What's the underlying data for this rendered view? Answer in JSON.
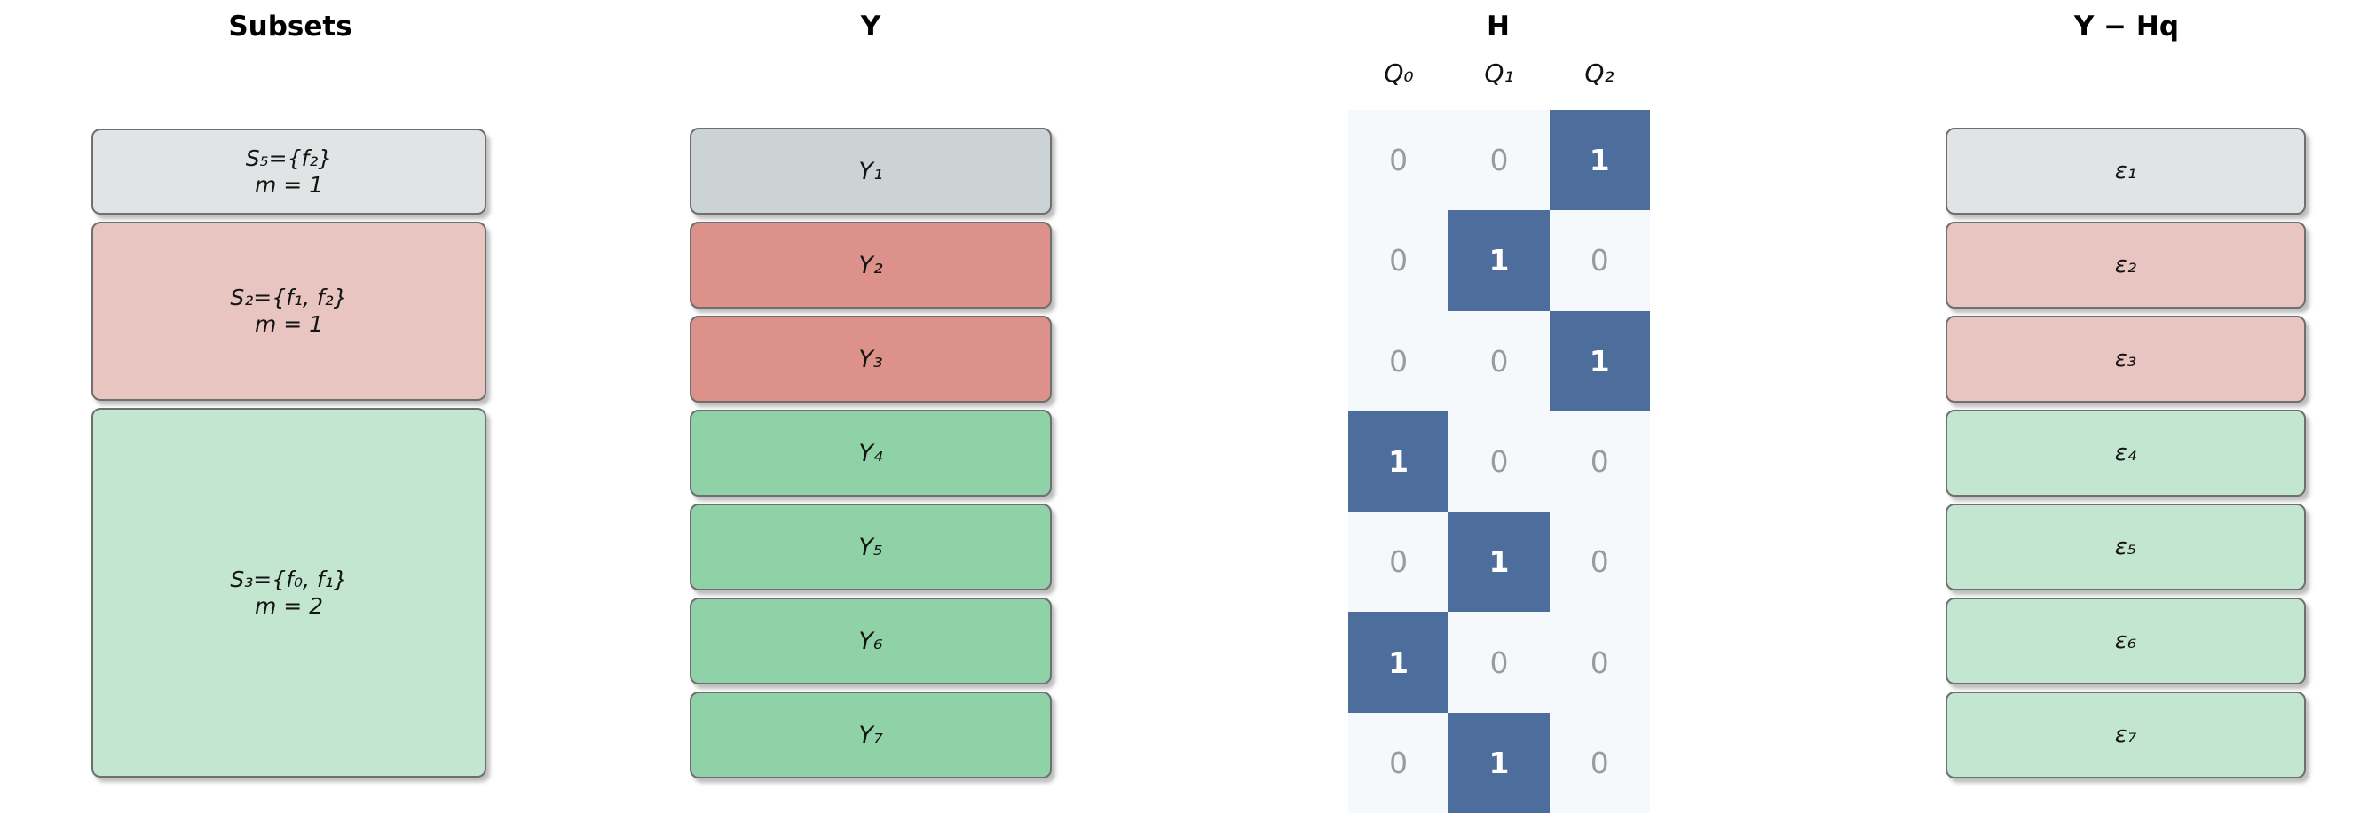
{
  "titles": {
    "subsets": "Subsets",
    "y": "Y",
    "h": "H",
    "residual": "Y − Hq"
  },
  "subsets": {
    "boxes": [
      {
        "set": "S₅={f₂}",
        "m": "m = 1"
      },
      {
        "set": "S₂={f₁, f₂}",
        "m": "m = 1"
      },
      {
        "set": "S₃={f₀, f₁}",
        "m": "m = 2"
      }
    ]
  },
  "y_column": {
    "labels": [
      "Y₁",
      "Y₂",
      "Y₃",
      "Y₄",
      "Y₅",
      "Y₆",
      "Y₇"
    ]
  },
  "matrix": {
    "col_headers": [
      "Q₀",
      "Q₁",
      "Q₂"
    ],
    "rows": [
      [
        "0",
        "0",
        "1"
      ],
      [
        "0",
        "1",
        "0"
      ],
      [
        "0",
        "0",
        "1"
      ],
      [
        "1",
        "0",
        "0"
      ],
      [
        "0",
        "1",
        "0"
      ],
      [
        "1",
        "0",
        "0"
      ],
      [
        "0",
        "1",
        "0"
      ]
    ]
  },
  "residuals": {
    "labels": [
      "ε₁",
      "ε₂",
      "ε₃",
      "ε₄",
      "ε₅",
      "ε₆",
      "ε₇"
    ]
  },
  "colors": {
    "gray-light": "#e0e4e4",
    "gray-mid": "#ccd3d4",
    "red-light": "#e8c5c0",
    "red-mid": "#dd918b",
    "green-light": "#c2e6d0",
    "green-mid": "#8fd2a7",
    "matrix-dark": "#4d6d9c",
    "matrix-light": "#f5f9fc",
    "zero-text": "#999b9e",
    "one-text": "#ffffff",
    "box-border": "#6f6f6f"
  }
}
